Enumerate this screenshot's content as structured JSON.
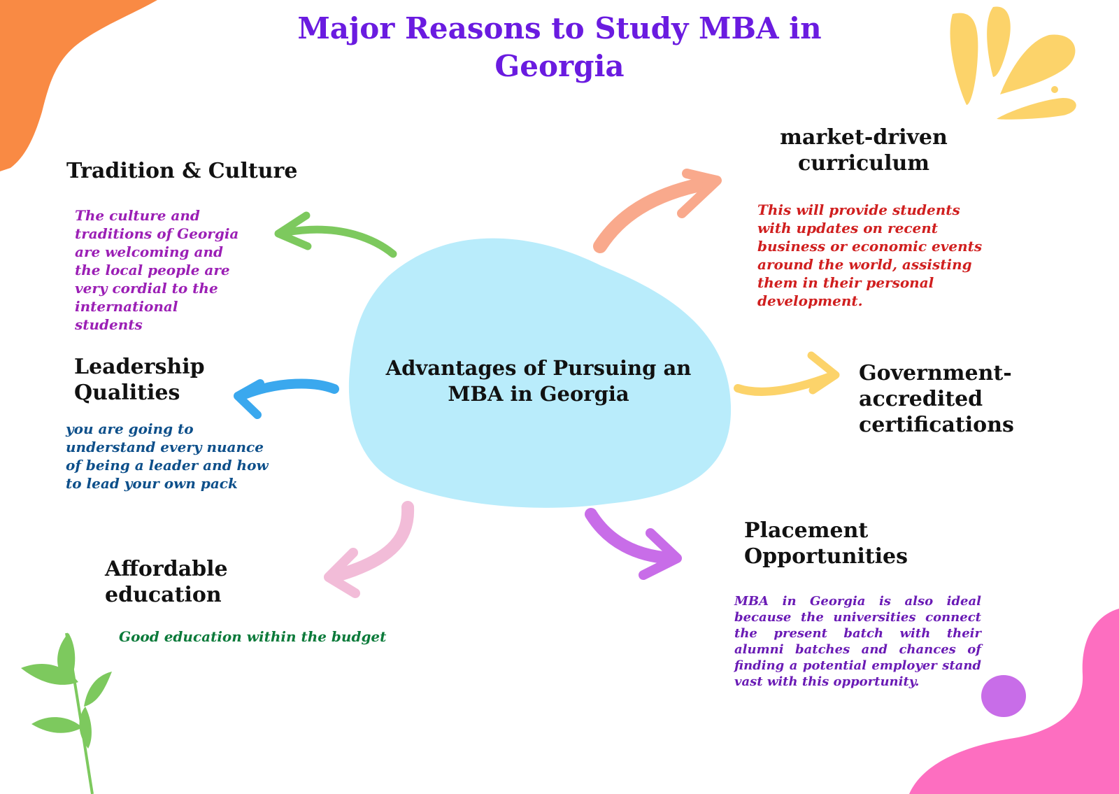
{
  "title": "Major Reasons to Study MBA in Georgia",
  "center": {
    "label": "Advantages of Pursuing an MBA in Georgia",
    "color": "#b9ecfb"
  },
  "branches": {
    "tradition": {
      "heading": "Tradition & Culture",
      "description": "The culture and traditions of Georgia are welcoming and the local people are very cordial to the international students",
      "arrow_color": "#7dc95e",
      "text_color": "#9b1fb5"
    },
    "market": {
      "heading": "market-driven curriculum",
      "description": "This will provide students with updates on recent business or economic events around the world, assisting them in their personal development.",
      "arrow_color": "#f9a98c",
      "text_color": "#d01f1f"
    },
    "leadership": {
      "heading": "Leadership Qualities",
      "description": "you are going to understand every nuance of being a leader and how to lead your own pack",
      "arrow_color": "#3aa8ee",
      "text_color": "#0d4f8a"
    },
    "government": {
      "heading": "Government-accredited certifications",
      "arrow_color": "#fcd36a"
    },
    "affordable": {
      "heading": "Affordable education",
      "description": "Good education within the budget",
      "arrow_color": "#f2bcd8",
      "text_color": "#0b7a3a"
    },
    "placement": {
      "heading": "Placement Opportunities",
      "description": "MBA in Georgia is also ideal because the universities connect the present batch with their alumni batches and chances of finding a potential employer stand vast with this opportunity.",
      "arrow_color": "#c86de8",
      "text_color": "#6a1bb5"
    }
  },
  "decorations": {
    "corner_top_left": "#f98a44",
    "splash_top_right": "#fcd36a",
    "corner_bottom_right": "#fd6ec0",
    "dot_bottom_right": "#c86de8",
    "leaves_bottom_left": "#7dc95e"
  }
}
